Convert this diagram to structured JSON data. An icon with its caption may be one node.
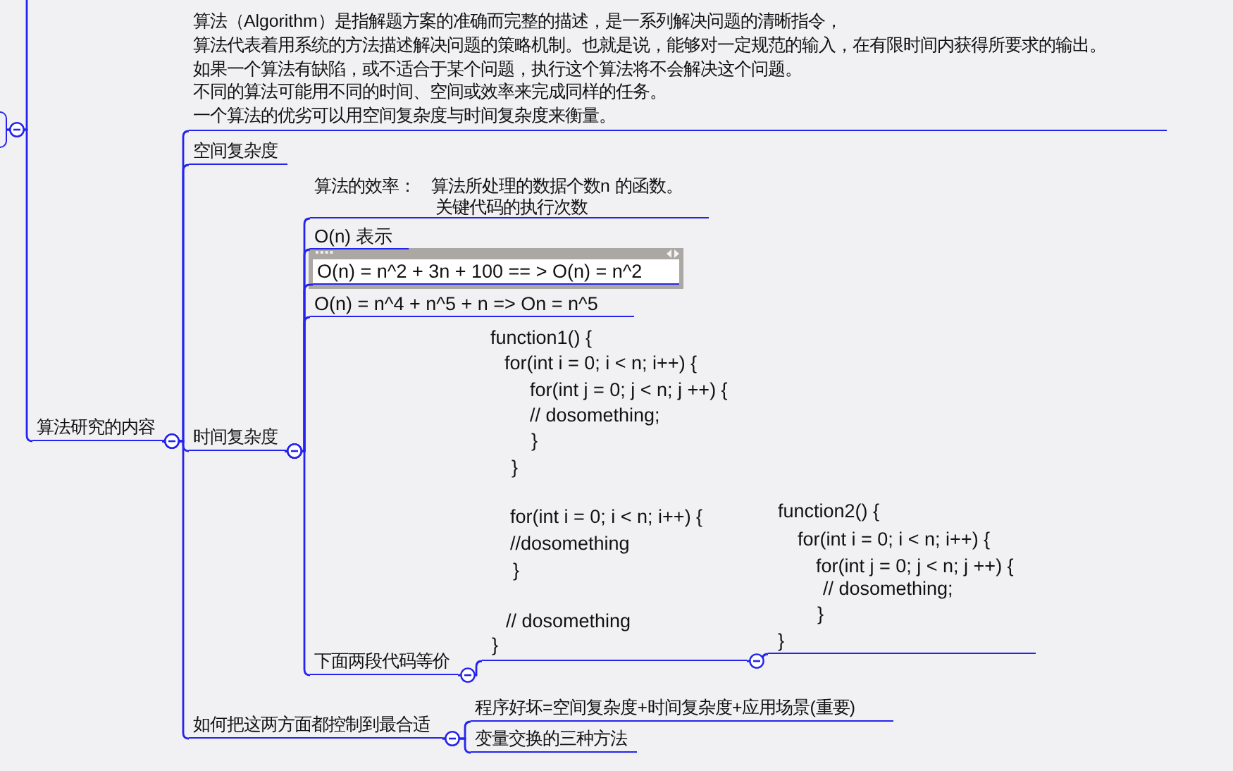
{
  "diagram": {
    "nodes": [
      {
        "text": [],
        "shape": "box"
      },
      {
        "text": [
          "算法研究的内容"
        ]
      },
      {
        "text": [
          "算法（Algorithm）是指解题方案的准确而完整的描述，是一系列解决问题的清晰指令，",
          "算法代表着用系统的方法描述解决问题的策略机制。也就是说，能够对一定规范的输入，在有限时间内获得所要求的输出。",
          "如果一个算法有缺陷，或不适合于某个问题，执行这个算法将不会解决这个问题。",
          "不同的算法可能用不同的时间、空间或效率来完成同样的任务。",
          "一个算法的优劣可以用空间复杂度与时间复杂度来衡量。"
        ]
      },
      {
        "text": [
          "空间复杂度"
        ]
      },
      {
        "text": [
          "时间复杂度"
        ]
      },
      {
        "text": [
          "算法的效率：",
          "算法所处理的数据个数n 的函数。",
          "关键代码的执行次数"
        ]
      },
      {
        "text": [
          "O(n) 表示"
        ]
      },
      {
        "text": [
          "O(n) = n^2 + 3n + 100 == > O(n) = n^2"
        ]
      },
      {
        "text": [
          "O(n) = n^4 + n^5 + n => On = n^5"
        ]
      },
      {
        "text": [
          "下面两段代码等价"
        ]
      },
      {
        "text": [
          "function1() {",
          "for(int i = 0; i < n; i++) {",
          "for(int j = 0; j < n; j ++) {",
          "// dosomething;",
          "}",
          "}",
          "for(int i = 0; i < n; i++) {",
          "//dosomething",
          "}",
          "// dosomething",
          "}"
        ]
      },
      {
        "text": [
          "function2() {",
          "for(int i = 0; i < n; i++) {",
          "for(int j = 0; j < n; j ++) {",
          "// dosomething;",
          "}",
          "}"
        ]
      },
      {
        "text": [
          "如何把这两方面都控制到最合适"
        ]
      },
      {
        "text": [
          "程序好坏=空间复杂度+时间复杂度+应用场景(重要)"
        ]
      },
      {
        "text": [
          "变量交换的三种方法"
        ]
      }
    ],
    "edges": [
      {
        "from": 0,
        "to": null,
        "arrow": "other"
      },
      {
        "from": 0,
        "to": 1,
        "arrow": "other"
      },
      {
        "from": 1,
        "to": 2,
        "arrow": "other"
      },
      {
        "from": 1,
        "to": 3,
        "arrow": "other"
      },
      {
        "from": 1,
        "to": 4,
        "arrow": "other"
      },
      {
        "from": 1,
        "to": 12,
        "arrow": "other"
      },
      {
        "from": 4,
        "to": 5,
        "arrow": "other"
      },
      {
        "from": 4,
        "to": 6,
        "arrow": "other"
      },
      {
        "from": 4,
        "to": 7,
        "arrow": "other"
      },
      {
        "from": 4,
        "to": 8,
        "arrow": "other"
      },
      {
        "from": 4,
        "to": 9,
        "arrow": "other"
      },
      {
        "from": 9,
        "to": 10,
        "arrow": "other"
      },
      {
        "from": 10,
        "to": 11,
        "arrow": "other"
      },
      {
        "from": 12,
        "to": 13,
        "arrow": "other"
      },
      {
        "from": 12,
        "to": 14,
        "arrow": "other"
      }
    ]
  }
}
